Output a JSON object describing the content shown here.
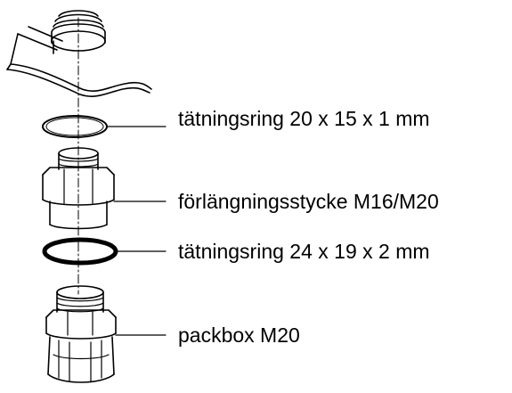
{
  "labels": {
    "sealing_ring_small": "tätningsring 20 x 15 x 1 mm",
    "extension_piece": "förlängningsstycke M16/M20",
    "sealing_ring_large": "tätningsring 24 x 19 x 2 mm",
    "cable_gland": "packbox M20"
  }
}
